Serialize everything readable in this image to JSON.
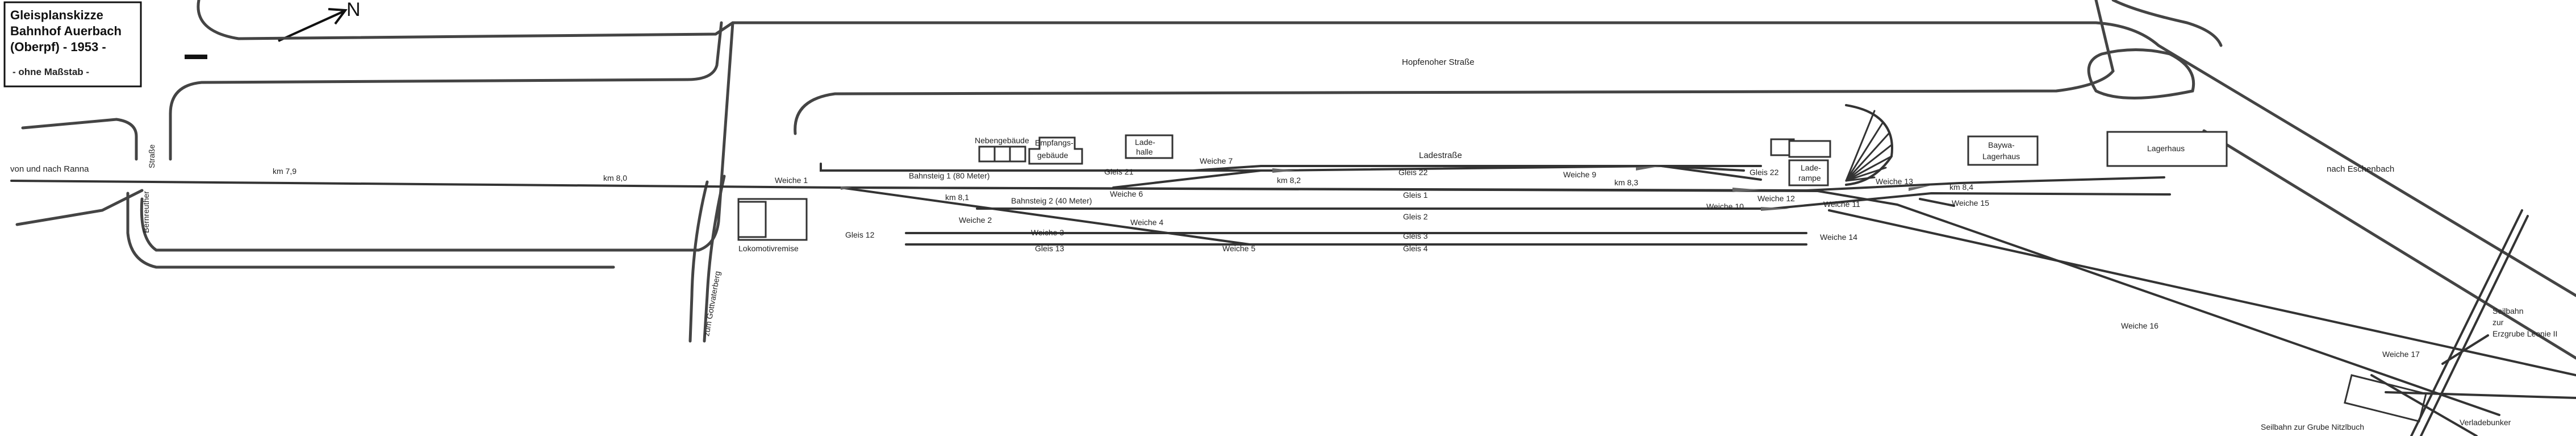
{
  "title": {
    "line1": "Gleisplanskizze",
    "line2": "Bahnhof Auerbach",
    "line3": "(Oberpf)  - 1953 -",
    "note": "- ohne Maßstab -"
  },
  "north_label": "N",
  "roads": {
    "hopfenohe": "Hopfenoher Straße",
    "strasse": "Straße",
    "bernreuther": "Bernreuther",
    "gottvaterberg": "zum Gottvaterberg",
    "ladestrasse": "Ladestraße"
  },
  "directions": {
    "ranna": "von und nach Ranna",
    "eschenbach": "nach Eschenbach"
  },
  "km": {
    "k79": "km 7,9",
    "k80": "km 8,0",
    "k81": "km 8,1",
    "k82": "km 8,2",
    "k83": "km 8,3",
    "k84": "km 8,4"
  },
  "buildings": {
    "nebengebaeude": "Nebengebäude",
    "empfangs1": "Empfangs-",
    "empfangs2": "gebäude",
    "lade1": "Lade-",
    "lade2": "halle",
    "lokomotivremise": "Lokomotivremise",
    "laderampe1": "Lade-",
    "laderampe2": "rampe",
    "baywa1": "Baywa-",
    "baywa2": "Lagerhaus",
    "lagerhaus": "Lagerhaus",
    "verladebunker": "Verladebunker"
  },
  "platforms": {
    "b1": "Bahnsteig 1 (80 Meter)",
    "b2": "Bahnsteig 2 (40 Meter)"
  },
  "gleise": {
    "g1": "Gleis 1",
    "g2": "Gleis 2",
    "g3": "Gleis 3",
    "g4": "Gleis 4",
    "g12": "Gleis 12",
    "g13": "Gleis 13",
    "g21": "Gleis 21",
    "g22a": "Gleis 22",
    "g22b": "Gleis 22"
  },
  "weichen": {
    "w1": "Weiche 1",
    "w2": "Weiche 2",
    "w3": "Weiche 3",
    "w4": "Weiche 4",
    "w5": "Weiche 5",
    "w6": "Weiche 6",
    "w7": "Weiche 7",
    "w9": "Weiche 9",
    "w10": "Weiche 10",
    "w11": "Weiche 11",
    "w12": "Weiche 12",
    "w13": "Weiche 13",
    "w14": "Weiche 14",
    "w15": "Weiche 15",
    "w16": "Weiche 16",
    "w17": "Weiche 17"
  },
  "seilbahn": {
    "leonie1": "Seilbahn",
    "leonie2": "zur",
    "leonie3": "Erzgrube Leonie II",
    "nitzlbuch": "Seilbahn zur Grube Nitzlbuch"
  }
}
